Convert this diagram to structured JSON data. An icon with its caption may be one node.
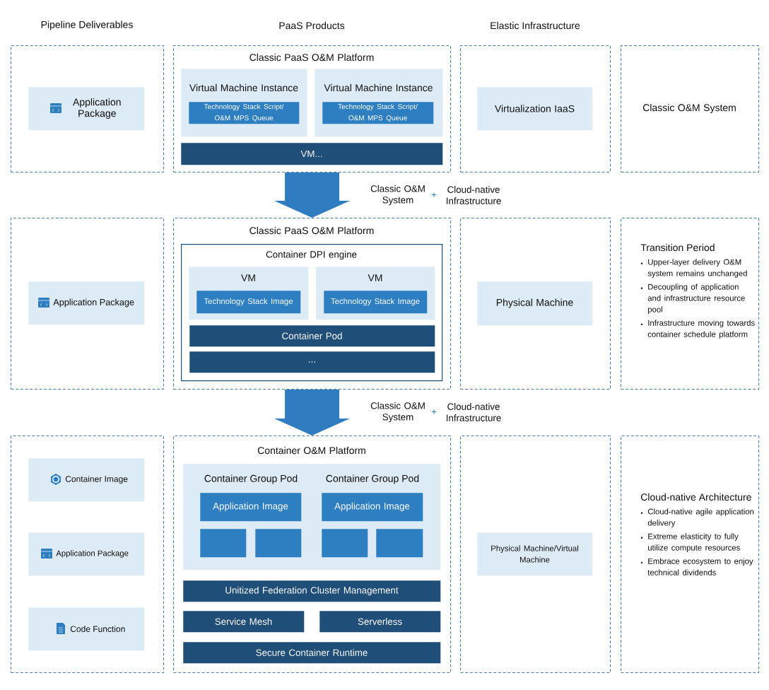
{
  "diagram": {
    "nodes": [
      {
        "text": [],
        "shape": "box"
      },
      {
        "text": [
          "Application Package"
        ],
        "in": 0
      },
      {
        "text": [
          "Classic PaaS O&M Platform"
        ]
      },
      {
        "text": [
          "Virtual Machine Instance"
        ],
        "in": 2
      },
      {
        "text": [
          "Technology Stack Script/ O&M MPS Queue"
        ],
        "in": 3
      },
      {
        "text": [
          "Virtual Machine Instance"
        ],
        "in": 2
      },
      {
        "text": [
          "Technology Stack Script/ O&M MPS Queue"
        ],
        "in": 5
      },
      {
        "text": [
          "VM..."
        ],
        "in": 2
      },
      {
        "text": [],
        "shape": "box"
      },
      {
        "text": [
          "Virtualization IaaS"
        ],
        "in": 8
      },
      {
        "text": [
          "Classic O&M System"
        ]
      },
      {
        "text": [],
        "shape": "box"
      },
      {
        "text": [
          "Application Package"
        ],
        "in": 11
      },
      {
        "text": [
          "Classic PaaS O&M Platform"
        ]
      },
      {
        "text": [
          "Container DPI engine"
        ],
        "in": 13
      },
      {
        "text": [
          "VM"
        ],
        "in": 14
      },
      {
        "text": [
          "Technology Stack Image"
        ],
        "in": 15
      },
      {
        "text": [
          "VM"
        ],
        "in": 14
      },
      {
        "text": [
          "Technology Stack Image"
        ],
        "in": 17
      },
      {
        "text": [
          "Container Pod"
        ],
        "in": 14
      },
      {
        "text": [
          "..."
        ],
        "in": 14
      },
      {
        "text": [],
        "shape": "box"
      },
      {
        "text": [
          "Physical Machine"
        ],
        "in": 21
      },
      {
        "text": [
          "Transition Period",
          "Upper-layer delivery O&M system remains unchanged",
          "Decoupling of application and infrastructure resource pool",
          "Infrastructure moving towards container schedule platform"
        ]
      },
      {
        "text": [],
        "shape": "box"
      },
      {
        "text": [
          "Container Image"
        ],
        "in": 24
      },
      {
        "text": [
          "Application Package"
        ],
        "in": 24
      },
      {
        "text": [
          "Code Function"
        ],
        "in": 24
      },
      {
        "text": [
          "Container O&M Platform"
        ]
      },
      {
        "text": [
          "Container Group Pod",
          "Container Group Pod"
        ],
        "in": 28
      },
      {
        "text": [
          "Application Image"
        ],
        "in": 29
      },
      {
        "text": [],
        "shape": "box",
        "in": 29
      },
      {
        "text": [],
        "shape": "box",
        "in": 29
      },
      {
        "text": [
          "Application Image"
        ],
        "in": 29
      },
      {
        "text": [],
        "shape": "box",
        "in": 29
      },
      {
        "text": [],
        "shape": "box",
        "in": 29
      },
      {
        "text": [
          "Unitized Federation Cluster Management"
        ],
        "in": 28
      },
      {
        "text": [
          "Service Mesh"
        ],
        "in": 28
      },
      {
        "text": [
          "Serverless"
        ],
        "in": 28
      },
      {
        "text": [
          "Secure Container Runtime"
        ],
        "in": 28
      },
      {
        "text": [],
        "shape": "box"
      },
      {
        "text": [
          "Physical Machine/Virtual Machine"
        ],
        "in": 40
      },
      {
        "text": [
          "Cloud-native Architecture",
          "Cloud-native agile application delivery",
          "Extreme elasticity to fully utilize compute resources",
          "Embrace ecosystem to enjoy technical dividends"
        ]
      }
    ],
    "edges": [
      {
        "from": 2,
        "to": 13,
        "arrow": "to"
      },
      {
        "from": 13,
        "to": 28,
        "arrow": "to"
      }
    ],
    "labels": [
      "Pipeline Deliverables",
      "PaaS Products",
      "Elastic Infrastructure",
      "Classic O&M System",
      "+",
      "Cloud-native Infrastructure",
      "Classic O&M System",
      "+",
      "Cloud-native Infrastructure"
    ]
  }
}
